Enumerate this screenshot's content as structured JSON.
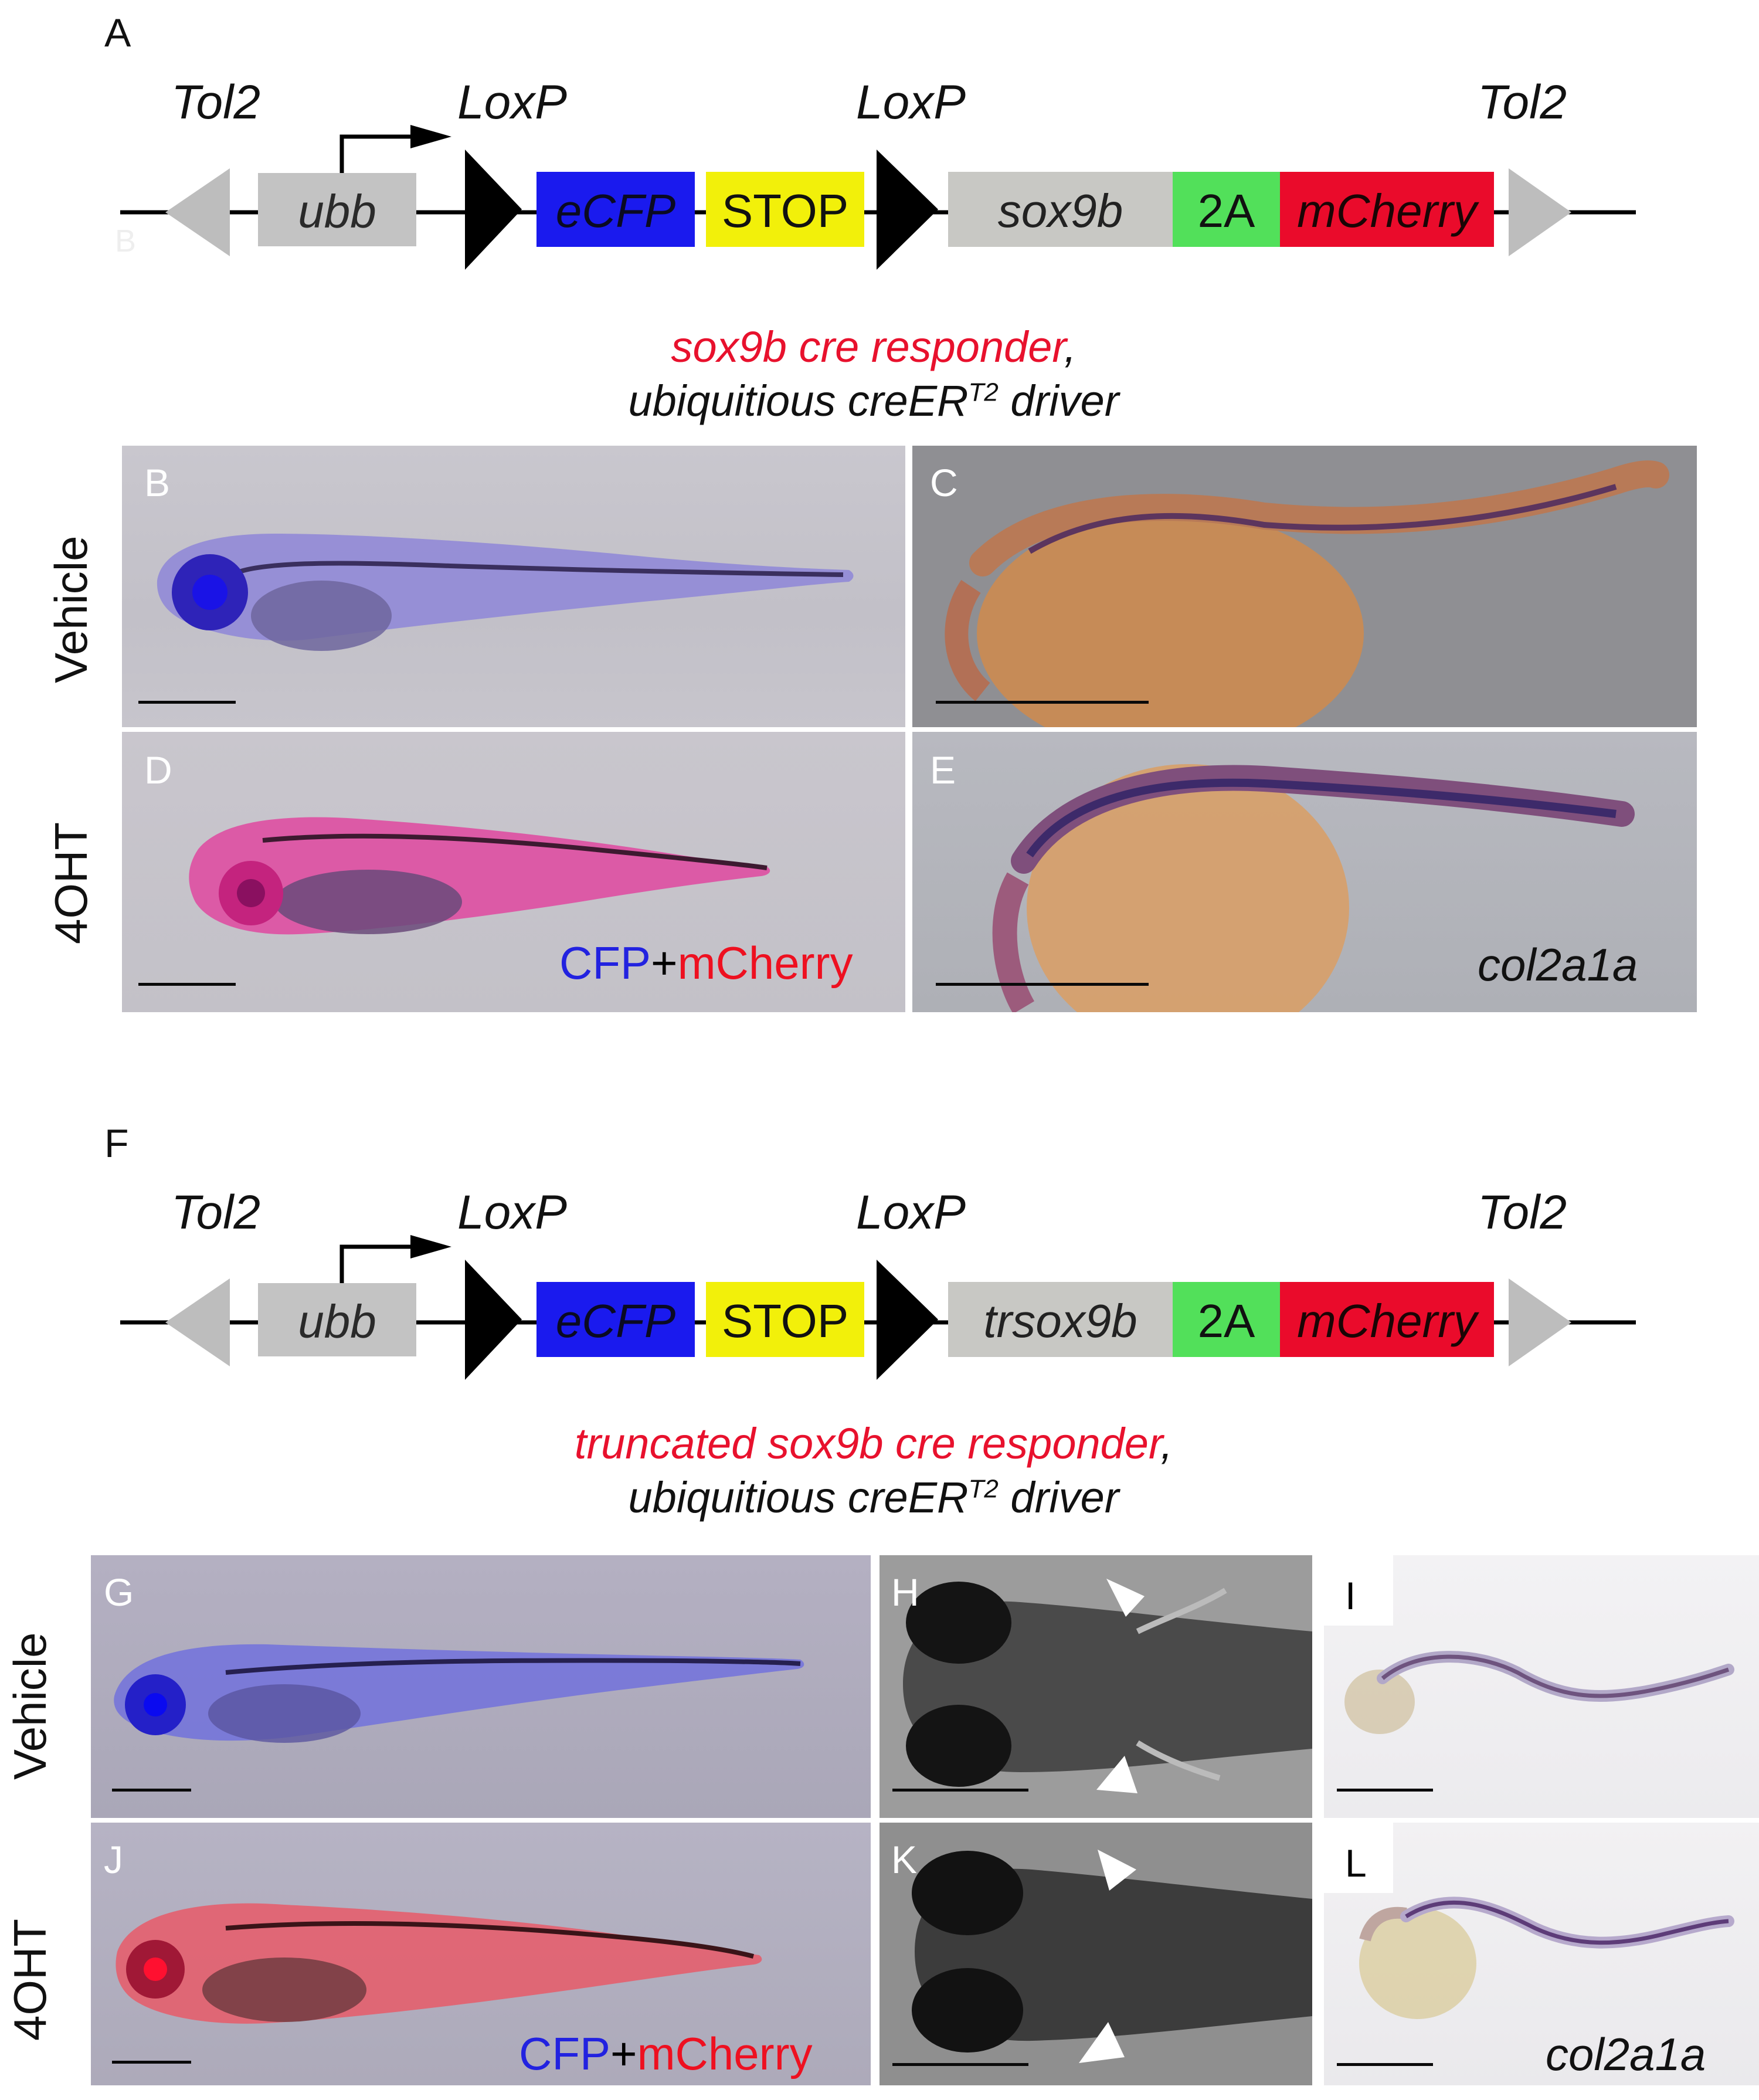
{
  "panel_letters": {
    "A": "A",
    "B": "B",
    "C": "C",
    "D": "D",
    "E": "E",
    "F": "F",
    "G": "G",
    "H": "H",
    "I": "I",
    "J": "J",
    "K": "K",
    "L": "L"
  },
  "construct_a": {
    "tol2_left": "Tol2",
    "loxp_1": "LoxP",
    "loxp_2": "LoxP",
    "tol2_right": "Tol2",
    "promoter": "ubb",
    "ecfp": "eCFP",
    "stop": "STOP",
    "gene": "sox9b",
    "p2a": "2A",
    "mcherry": "mCherry",
    "stray_letter": "B"
  },
  "construct_f": {
    "tol2_left": "Tol2",
    "loxp_1": "LoxP",
    "loxp_2": "LoxP",
    "tol2_right": "Tol2",
    "promoter": "ubb",
    "ecfp": "eCFP",
    "stop": "STOP",
    "gene": "trsox9b",
    "p2a": "2A",
    "mcherry": "mCherry"
  },
  "title_top": {
    "line1_red": "sox9b cre responder",
    "line1_comma": ",",
    "line2_prefix": "ubiquitious creER",
    "line2_sup": "T2",
    "line2_suffix": " driver"
  },
  "title_bottom": {
    "line1_red": "truncated sox9b cre responder",
    "line1_comma": ",",
    "line2_prefix": "ubiquitious creER",
    "line2_sup": "T2",
    "line2_suffix": " driver"
  },
  "row_labels": {
    "vehicle_top": "Vehicle",
    "ohtx_top": "4OHT",
    "vehicle_bottom": "Vehicle",
    "ohtx_bottom": "4OHT"
  },
  "overlays": {
    "cfp_top": "CFP",
    "plus_top": "+",
    "mcherry_top": "mCherry",
    "gene_top": "col2a1a",
    "cfp_bottom": "CFP",
    "plus_bottom": "+",
    "mcherry_bottom": "mCherry",
    "gene_bottom": "col2a1a"
  },
  "colors": {
    "ecfp": "#1a1aee",
    "stop": "#f2f00a",
    "gene_box": "#c8c8c4",
    "p2a": "#52e05a",
    "mcherry": "#ea0b2b",
    "promoter_box": "#c3c3c3",
    "tol2": "#bdbdbd",
    "loxp": "#000000",
    "title_red": "#e8112d"
  }
}
